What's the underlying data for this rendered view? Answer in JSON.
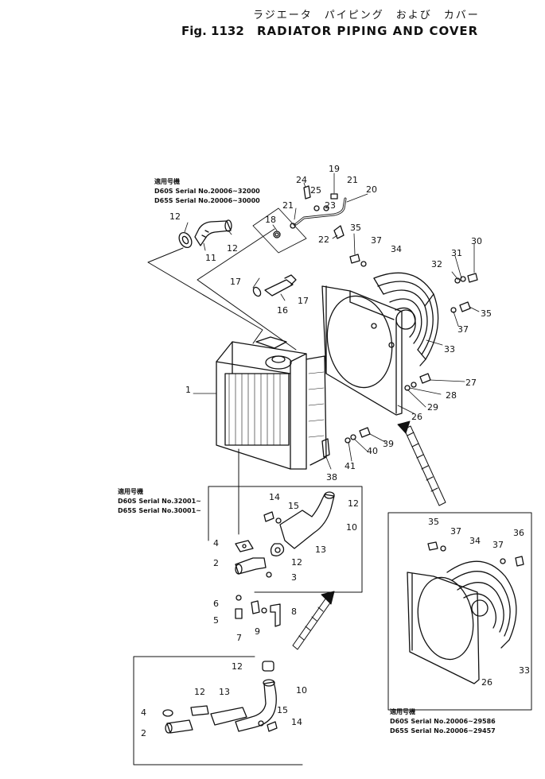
{
  "header": {
    "jp_title": "ラジエータ　パイピング　および　カバー",
    "fig_label": "Fig. 1132",
    "title": "RADIATOR PIPING AND COVER"
  },
  "notes": {
    "top_left": [
      "適用号機",
      "D60S Serial No.20006~32000",
      "D65S Serial No.20006~30000"
    ],
    "middle": [
      "適用号機",
      "D60S Serial No.32001~",
      "D65S Serial No.30001~"
    ],
    "bottom_right": [
      "適用号機",
      "D60S Serial No.20006~29586",
      "D65S Serial No.20006~29457"
    ]
  },
  "callouts": [
    {
      "id": "c1",
      "text": "1"
    },
    {
      "id": "c2",
      "text": "2"
    },
    {
      "id": "c3",
      "text": "3"
    },
    {
      "id": "c4",
      "text": "4"
    },
    {
      "id": "c5",
      "text": "5"
    },
    {
      "id": "c6",
      "text": "6"
    },
    {
      "id": "c7",
      "text": "7"
    },
    {
      "id": "c8",
      "text": "8"
    },
    {
      "id": "c9",
      "text": "9"
    },
    {
      "id": "c10",
      "text": "10"
    },
    {
      "id": "c11",
      "text": "11"
    },
    {
      "id": "c12a",
      "text": "12"
    },
    {
      "id": "c12b",
      "text": "12"
    },
    {
      "id": "c12c",
      "text": "12"
    },
    {
      "id": "c12d",
      "text": "12"
    },
    {
      "id": "c13",
      "text": "13"
    },
    {
      "id": "c14",
      "text": "14"
    },
    {
      "id": "c15",
      "text": "15"
    },
    {
      "id": "c16",
      "text": "16"
    },
    {
      "id": "c17a",
      "text": "17"
    },
    {
      "id": "c17b",
      "text": "17"
    },
    {
      "id": "c18",
      "text": "18"
    },
    {
      "id": "c19",
      "text": "19"
    },
    {
      "id": "c20",
      "text": "20"
    },
    {
      "id": "c21a",
      "text": "21"
    },
    {
      "id": "c21b",
      "text": "21"
    },
    {
      "id": "c22",
      "text": "22"
    },
    {
      "id": "c23",
      "text": "23"
    },
    {
      "id": "c24",
      "text": "24"
    },
    {
      "id": "c25",
      "text": "25"
    },
    {
      "id": "c26",
      "text": "26"
    },
    {
      "id": "c27",
      "text": "27"
    },
    {
      "id": "c28",
      "text": "28"
    },
    {
      "id": "c29",
      "text": "29"
    },
    {
      "id": "c30",
      "text": "30"
    },
    {
      "id": "c31",
      "text": "31"
    },
    {
      "id": "c32",
      "text": "32"
    },
    {
      "id": "c33",
      "text": "33"
    },
    {
      "id": "c34",
      "text": "34"
    },
    {
      "id": "c35a",
      "text": "35"
    },
    {
      "id": "c35b",
      "text": "35"
    },
    {
      "id": "c37a",
      "text": "37"
    },
    {
      "id": "c37b",
      "text": "37"
    },
    {
      "id": "c38",
      "text": "38"
    },
    {
      "id": "c39",
      "text": "39"
    },
    {
      "id": "c40",
      "text": "40"
    },
    {
      "id": "c41",
      "text": "41"
    },
    {
      "id": "i35",
      "text": "35"
    },
    {
      "id": "i37a",
      "text": "37"
    },
    {
      "id": "i34",
      "text": "34"
    },
    {
      "id": "i37b",
      "text": "37"
    },
    {
      "id": "i36",
      "text": "36"
    },
    {
      "id": "i33",
      "text": "33"
    },
    {
      "id": "i26",
      "text": "26"
    },
    {
      "id": "b12a",
      "text": "12"
    },
    {
      "id": "b10",
      "text": "10"
    },
    {
      "id": "b12b",
      "text": "12"
    },
    {
      "id": "b13",
      "text": "13"
    },
    {
      "id": "b4",
      "text": "4"
    },
    {
      "id": "b15",
      "text": "15"
    },
    {
      "id": "b14",
      "text": "14"
    },
    {
      "id": "b2",
      "text": "2"
    }
  ]
}
